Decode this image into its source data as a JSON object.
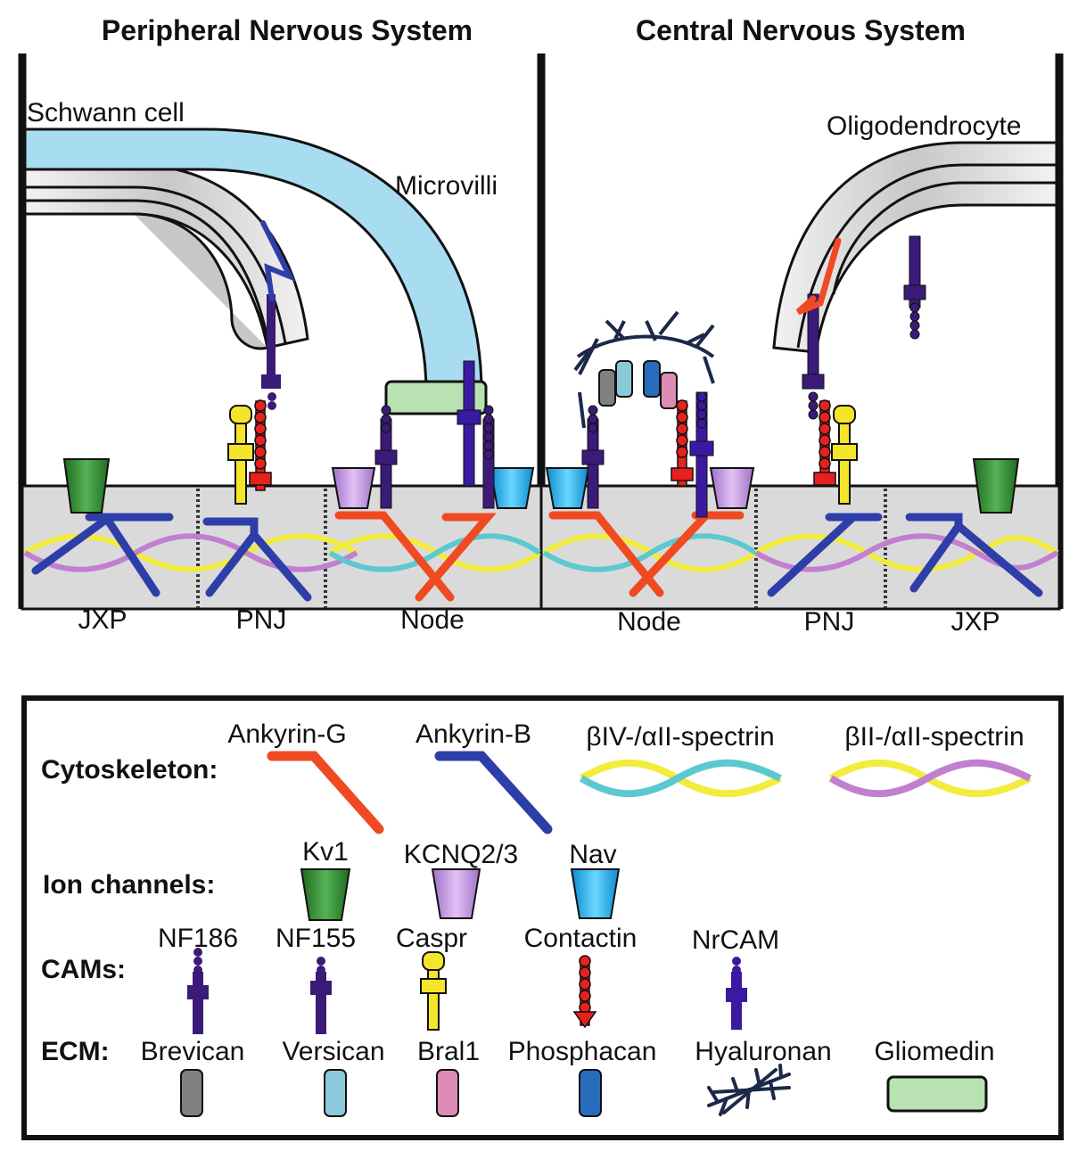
{
  "headers": {
    "left": "Peripheral Nervous System",
    "right": "Central Nervous System"
  },
  "labels": {
    "schwann_cell": "Schwann cell",
    "microvilli": "Microvilli",
    "oligodendrocyte": "Oligodendrocyte",
    "regions_pns": [
      "JXP",
      "PNJ",
      "Node"
    ],
    "regions_cns": [
      "Node",
      "PNJ",
      "JXP"
    ]
  },
  "legend": {
    "cytoskeleton": {
      "heading": "Cytoskeleton:",
      "items": [
        "Ankyrin-G",
        "Ankyrin-B",
        "βIV-/αII-spectrin",
        "βII-/αII-spectrin"
      ]
    },
    "ion_channels": {
      "heading": "Ion channels:",
      "items": [
        "Kv1",
        "KCNQ2/3",
        "Nav"
      ]
    },
    "cams": {
      "heading": "CAMs:",
      "items": [
        "NF186",
        "NF155",
        "Caspr",
        "Contactin",
        "NrCAM"
      ]
    },
    "ecm": {
      "heading": "ECM:",
      "items": [
        "Brevican",
        "Versican",
        "Bral1",
        "Phosphacan",
        "Hyaluronan",
        "Gliomedin"
      ]
    }
  },
  "colors": {
    "ankyrin_g": "#f04a23",
    "ankyrin_b": "#2e3ea8",
    "beta_iv_spectrin": "#5cc8d0",
    "beta_ii_spectrin": "#c17fcf",
    "alpha_ii_spectrin": "#f2ec3c",
    "kv1": "#2e8b2e",
    "kcnq": "#c89be6",
    "nav": "#1eb4f0",
    "nf186": "#3c1a78",
    "nf155": "#3c1a78",
    "caspr": "#f5e52a",
    "contactin": "#e8201e",
    "nrcam": "#3a1aa0",
    "brevican": "#808080",
    "versican": "#8cc8dc",
    "bral1": "#dc8cb4",
    "phosphacan": "#2a6cbc",
    "hyaluronan": "#1c2848",
    "gliomedin": "#b8e2b2",
    "schwann_cell": "#a8dcf0",
    "myelin": "#e0e0e0",
    "axon": "#dcdcdc"
  }
}
